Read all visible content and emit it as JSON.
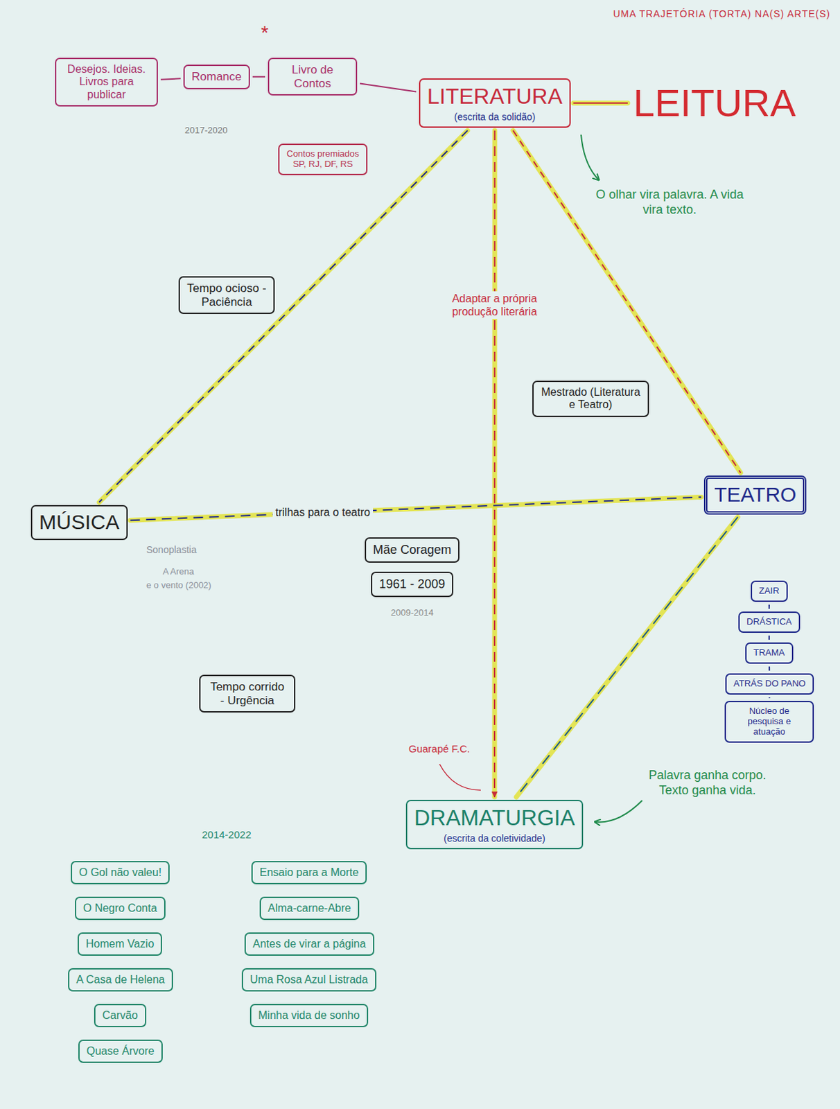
{
  "diagram": {
    "title": "UMA TRAJETÓRIA (TORTA) NA(S) ARTE(S)",
    "nodes": [
      {
        "text": [
          "LITERATURA",
          "(escrita da solidão)"
        ]
      },
      {
        "text": [
          "LEITURA"
        ]
      },
      {
        "text": [
          "Contos premiados SP, RJ, DF, RS"
        ]
      },
      {
        "text": [
          "Livro de Contos"
        ]
      },
      {
        "text": [
          "Romance"
        ]
      },
      {
        "text": [
          "Desejos. Ideias. Livros para publicar"
        ]
      },
      {
        "text": [
          "Mestrado (Literatura e Teatro)"
        ]
      },
      {
        "text": [
          "Tempo ocioso - Paciência"
        ]
      },
      {
        "text": [
          "MÚSICA"
        ]
      },
      {
        "text": [
          "TEATRO"
        ]
      },
      {
        "text": [
          "Mãe Coragem"
        ]
      },
      {
        "text": [
          "1961 - 2009"
        ]
      },
      {
        "text": [
          "ZAIR"
        ]
      },
      {
        "text": [
          "DRÁSTICA"
        ]
      },
      {
        "text": [
          "TRAMA"
        ]
      },
      {
        "text": [
          "ATRÁS DO PANO"
        ]
      },
      {
        "text": [
          "Núcleo de pesquisa e atuação"
        ]
      },
      {
        "text": [
          "Tempo corrido - Urgência"
        ]
      },
      {
        "text": [
          "DRAMATURGIA",
          "(escrita da coletividade)"
        ]
      },
      {
        "text": [
          "O Gol não valeu!"
        ]
      },
      {
        "text": [
          "O Negro Conta"
        ]
      },
      {
        "text": [
          "Homem Vazio"
        ]
      },
      {
        "text": [
          "A Casa de Helena"
        ]
      },
      {
        "text": [
          "Carvão"
        ]
      },
      {
        "text": [
          "Quase Árvore"
        ]
      },
      {
        "text": [
          "Ensaio para a Morte"
        ]
      },
      {
        "text": [
          "Alma-carne-Abre"
        ]
      },
      {
        "text": [
          "Antes de virar a página"
        ]
      },
      {
        "text": [
          "Uma Rosa Azul Listrada"
        ]
      },
      {
        "text": [
          "Minha vida de sonho"
        ]
      }
    ],
    "edges": [
      {
        "from": 0,
        "to": 1,
        "arrow": "none"
      },
      {
        "from": 0,
        "to": 3,
        "arrow": "none"
      },
      {
        "from": 3,
        "to": 4,
        "arrow": "none"
      },
      {
        "from": 4,
        "to": 5,
        "arrow": "none"
      },
      {
        "from": 0,
        "to": 9,
        "arrow": "none"
      },
      {
        "from": 0,
        "to": 8,
        "arrow": "none"
      },
      {
        "from": 0,
        "to": 18,
        "label": "Adaptar a própria produção literária",
        "arrow": "to"
      },
      {
        "from": 8,
        "to": 9,
        "label": "trilhas para o teatro",
        "arrow": "none"
      },
      {
        "from": 9,
        "to": 18,
        "arrow": "none"
      },
      {
        "from": 12,
        "to": 13,
        "arrow": "none"
      },
      {
        "from": 13,
        "to": 14,
        "arrow": "none"
      },
      {
        "from": 14,
        "to": 15,
        "arrow": "none"
      },
      {
        "from": 15,
        "to": 16,
        "arrow": "none"
      }
    ],
    "labels": [
      "*",
      "2017-2020",
      "O olhar vira palavra. A vida vira texto.",
      "2009-2014",
      "Sonoplastia",
      "A Arena",
      "e o vento (2002)",
      "Guarapé F.C.",
      "Palavra ganha corpo. Texto ganha vida.",
      "2014-2022"
    ]
  }
}
